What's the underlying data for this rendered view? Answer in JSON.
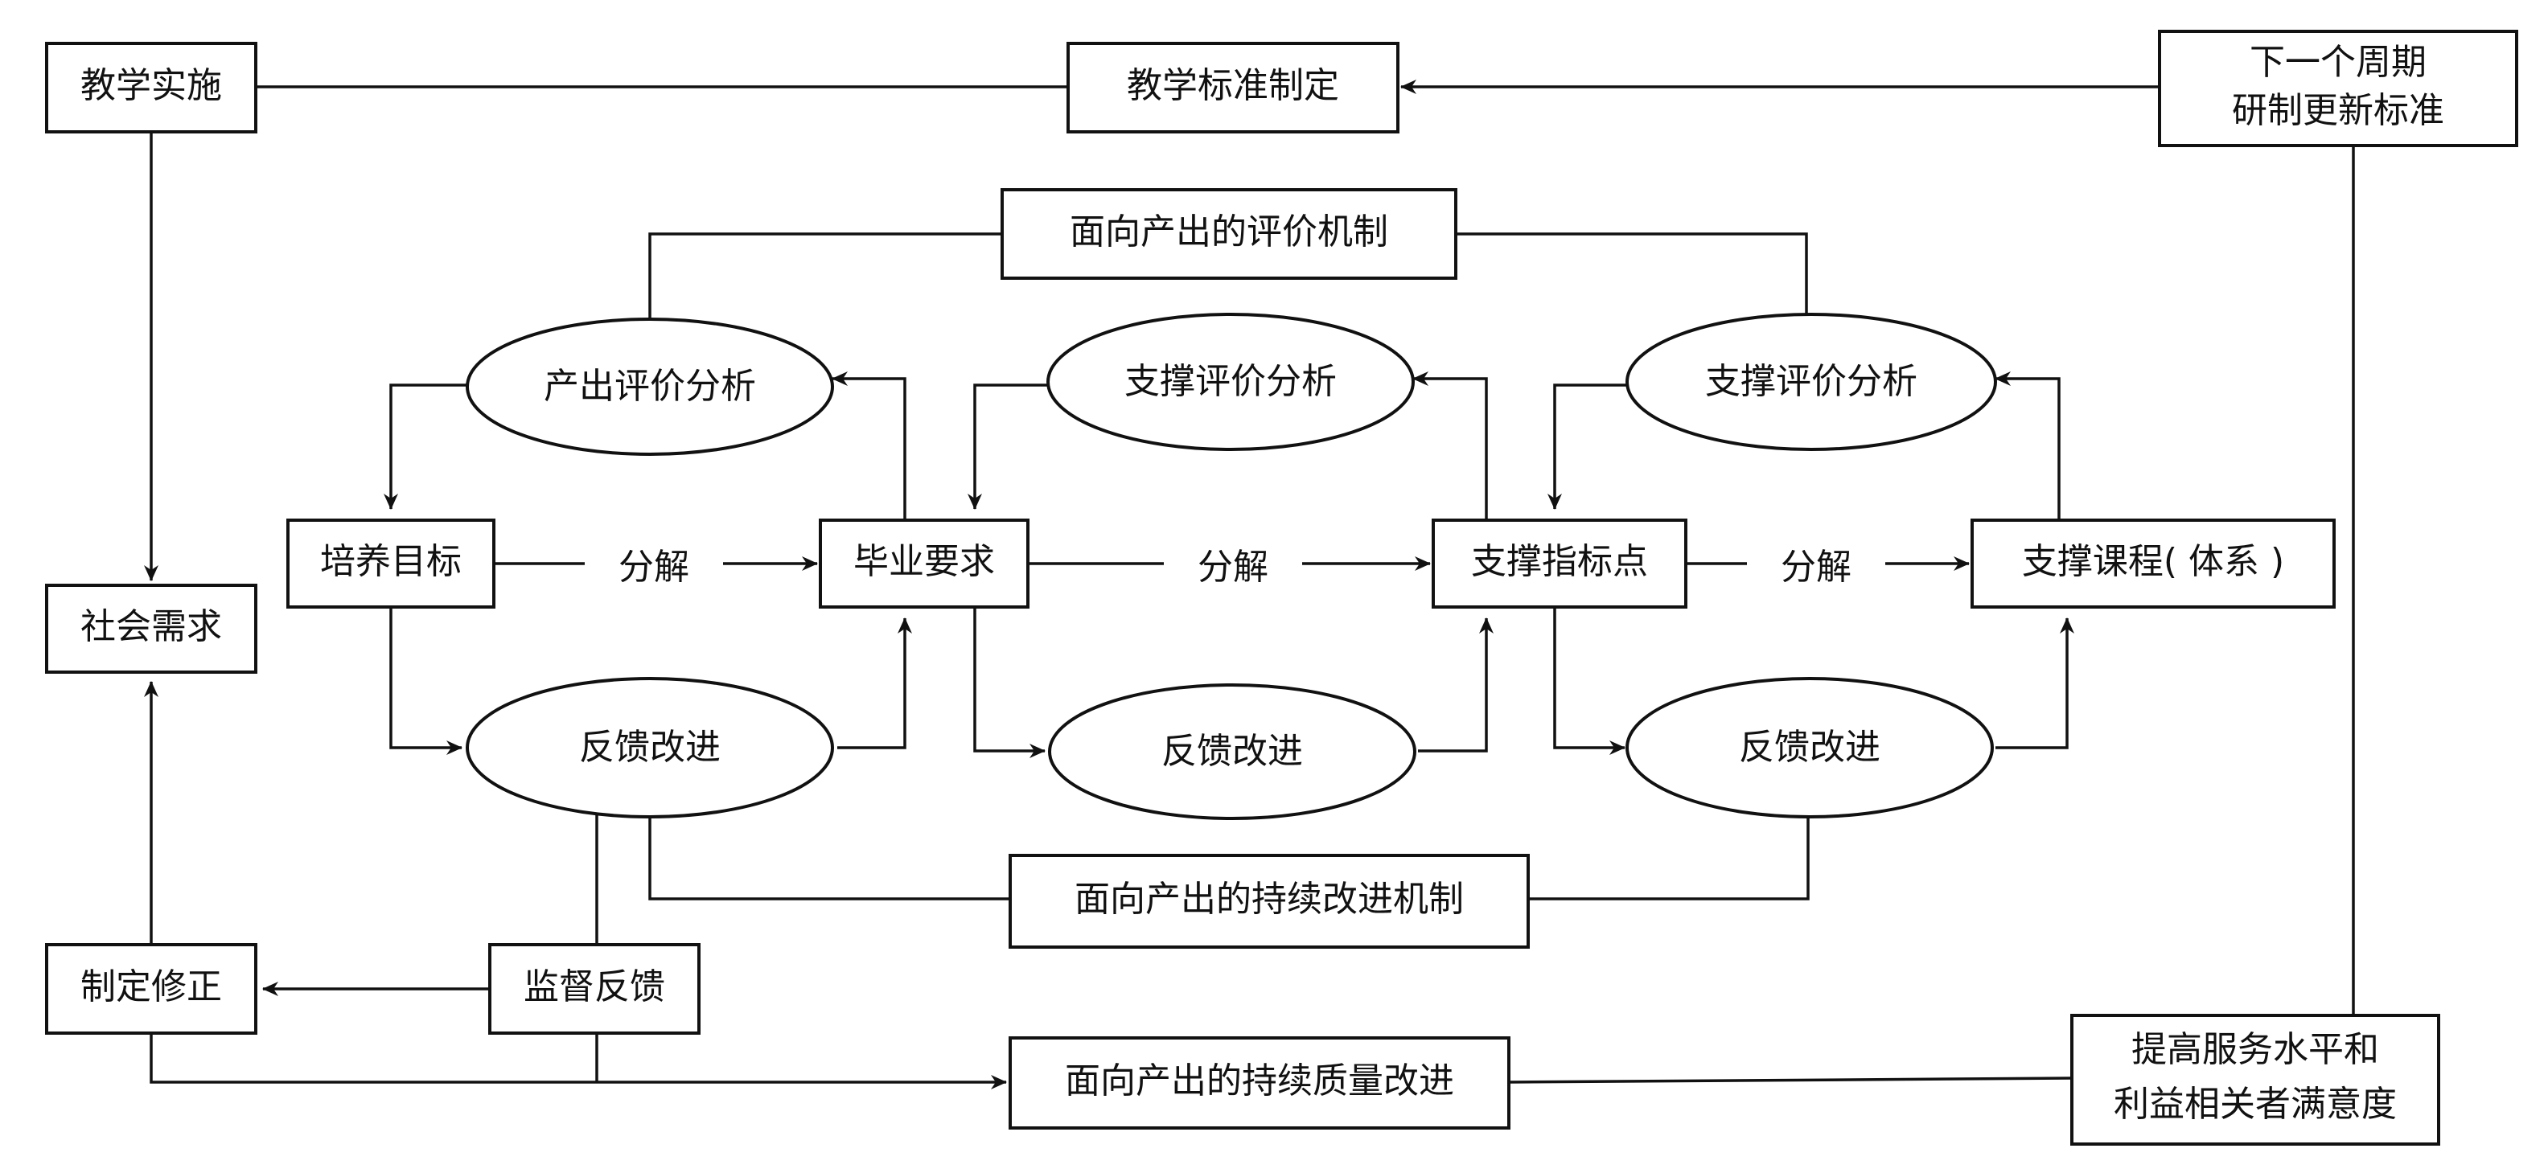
{
  "nodes": {
    "teaching_impl": "教学实施",
    "teaching_std": "教学标准制定",
    "next_cycle_1": "下一个周期",
    "next_cycle_2": "研制更新标准",
    "output_eval_mech": "面向产出的评价机制",
    "output_eval_analysis": "产出评价分析",
    "support_eval_analysis_1": "支撑评价分析",
    "support_eval_analysis_2": "支撑评价分析",
    "training_goal": "培养目标",
    "grad_req": "毕业要求",
    "support_indicator": "支撑指标点",
    "support_course": "支撑课程( 体系 )",
    "social_demand": "社会需求",
    "feedback_1": "反馈改进",
    "feedback_2": "反馈改进",
    "feedback_3": "反馈改进",
    "cont_improve_mech": "面向产出的持续改进机制",
    "formulate": "制定修正",
    "supervise": "监督反馈",
    "cont_quality": "面向产出的持续质量改进",
    "improve_1": "提高服务水平和",
    "improve_2": "利益相关者满意度"
  },
  "edge_labels": {
    "decompose_1": "分解",
    "decompose_2": "分解",
    "decompose_3": "分解"
  }
}
